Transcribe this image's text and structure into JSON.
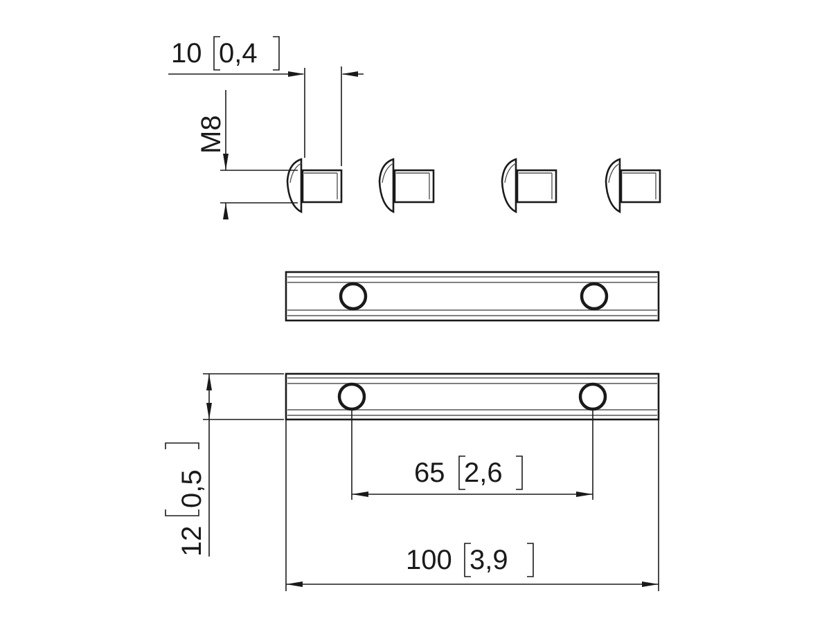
{
  "dimensions": {
    "bolt_length": {
      "value": "10",
      "alt": "0,4"
    },
    "thread": {
      "value": "M8"
    },
    "height": {
      "value": "12",
      "alt": "0,5"
    },
    "hole_spacing": {
      "value": "65",
      "alt": "2,6"
    },
    "total_length": {
      "value": "100",
      "alt": "3,9"
    }
  },
  "colors": {
    "line": "#1a1a1a",
    "background": "#ffffff",
    "shade": "#555555"
  }
}
